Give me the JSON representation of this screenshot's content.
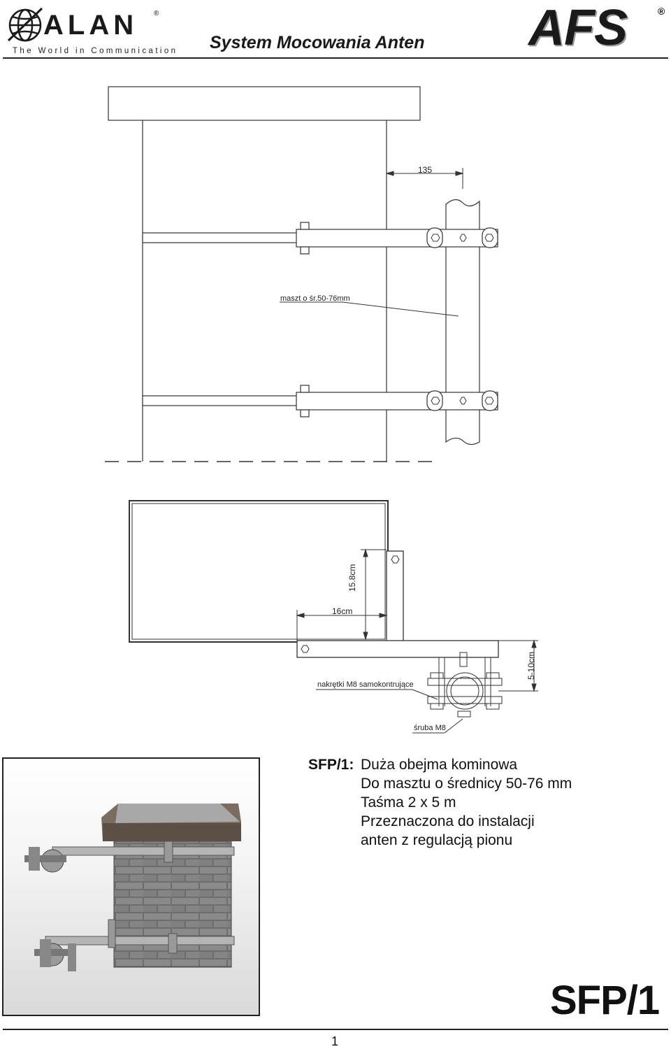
{
  "header": {
    "brand": "ALAN",
    "registered_mark": "®",
    "tagline": "The World in Communication",
    "title": "System Mocowania Anten",
    "right_brand": "AFS",
    "right_registered_mark": "®"
  },
  "drawing_top": {
    "dimension_135": "135",
    "mast_label": "maszt o śr.50-76mm"
  },
  "drawing_bottom": {
    "dim_158": "15.8cm",
    "dim_16": "16cm",
    "dim_510": "5-10cm",
    "nuts_label": "nakrętki M8 samokontrujące",
    "bolt_label": "śruba M8"
  },
  "description": {
    "model": "SFP/1:",
    "lines": [
      "Duża obejma kominowa",
      "Do masztu o średnicy 50-76 mm",
      "Taśma 2 x 5 m",
      "Przeznaczona do instalacji",
      "anten z regulacją pionu"
    ]
  },
  "model_code": "SFP/1",
  "page_number": "1"
}
